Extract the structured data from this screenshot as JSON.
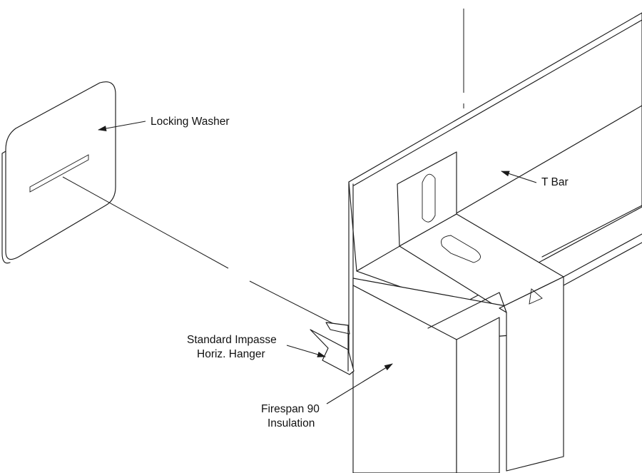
{
  "labels": {
    "locking_washer": "Locking Washer",
    "t_bar": "T Bar",
    "hanger_line1": "Standard Impasse",
    "hanger_line2": "Horiz. Hanger",
    "insulation_line1": "Firespan 90",
    "insulation_line2": "Insulation"
  },
  "colors": {
    "line": "#1a1a1a",
    "background": "#ffffff",
    "text": "#111111"
  }
}
